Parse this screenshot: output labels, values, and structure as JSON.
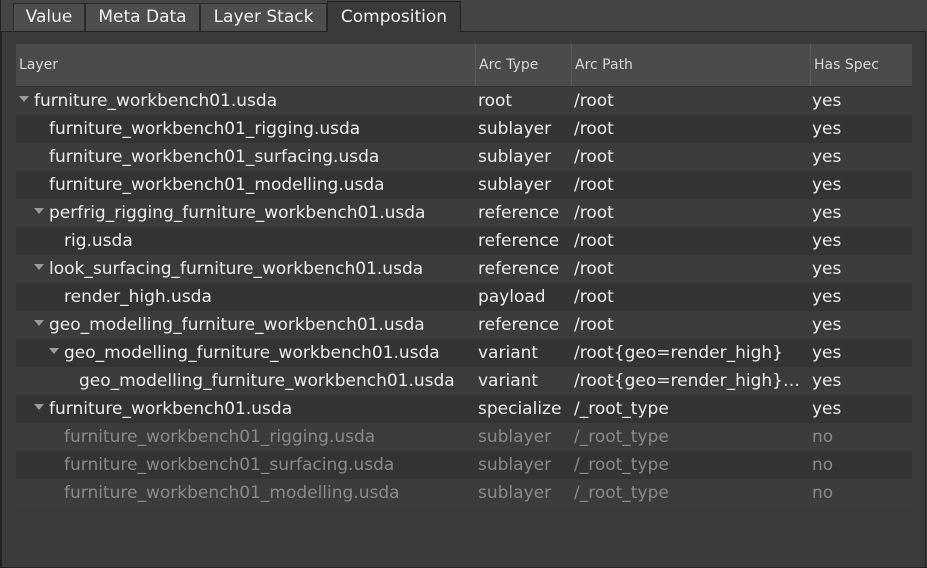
{
  "tabs": [
    "Value",
    "Meta Data",
    "Layer Stack",
    "Composition"
  ],
  "active_tab": "Composition",
  "columns": [
    "Layer",
    "Arc Type",
    "Arc Path",
    "Has Spec"
  ],
  "rows": [
    {
      "layer": "furniture_workbench01.usda",
      "arc": "root",
      "path": "/root",
      "spec": "yes",
      "depth": 0,
      "expandable": true,
      "dim": false
    },
    {
      "layer": "furniture_workbench01_rigging.usda",
      "arc": "sublayer",
      "path": "/root",
      "spec": "yes",
      "depth": 1,
      "expandable": false,
      "dim": false
    },
    {
      "layer": "furniture_workbench01_surfacing.usda",
      "arc": "sublayer",
      "path": "/root",
      "spec": "yes",
      "depth": 1,
      "expandable": false,
      "dim": false
    },
    {
      "layer": "furniture_workbench01_modelling.usda",
      "arc": "sublayer",
      "path": "/root",
      "spec": "yes",
      "depth": 1,
      "expandable": false,
      "dim": false
    },
    {
      "layer": "perfrig_rigging_furniture_workbench01.usda",
      "arc": "reference",
      "path": "/root",
      "spec": "yes",
      "depth": 1,
      "expandable": true,
      "dim": false
    },
    {
      "layer": "rig.usda",
      "arc": "reference",
      "path": "/root",
      "spec": "yes",
      "depth": 2,
      "expandable": false,
      "dim": false
    },
    {
      "layer": "look_surfacing_furniture_workbench01.usda",
      "arc": "reference",
      "path": "/root",
      "spec": "yes",
      "depth": 1,
      "expandable": true,
      "dim": false
    },
    {
      "layer": "render_high.usda",
      "arc": "payload",
      "path": "/root",
      "spec": "yes",
      "depth": 2,
      "expandable": false,
      "dim": false
    },
    {
      "layer": "geo_modelling_furniture_workbench01.usda",
      "arc": "reference",
      "path": "/root",
      "spec": "yes",
      "depth": 1,
      "expandable": true,
      "dim": false
    },
    {
      "layer": "geo_modelling_furniture_workbench01.usda",
      "arc": "variant",
      "path": "/root{geo=render_high}",
      "spec": "yes",
      "depth": 2,
      "expandable": true,
      "dim": false
    },
    {
      "layer": "geo_modelling_furniture_workbench01.usda",
      "arc": "variant",
      "path": "/root{geo=render_high}{…",
      "spec": "yes",
      "depth": 3,
      "expandable": false,
      "dim": false
    },
    {
      "layer": "furniture_workbench01.usda",
      "arc": "specialize",
      "path": "/_root_type",
      "spec": "yes",
      "depth": 1,
      "expandable": true,
      "dim": false
    },
    {
      "layer": "furniture_workbench01_rigging.usda",
      "arc": "sublayer",
      "path": "/_root_type",
      "spec": "no",
      "depth": 2,
      "expandable": false,
      "dim": true
    },
    {
      "layer": "furniture_workbench01_surfacing.usda",
      "arc": "sublayer",
      "path": "/_root_type",
      "spec": "no",
      "depth": 2,
      "expandable": false,
      "dim": true
    },
    {
      "layer": "furniture_workbench01_modelling.usda",
      "arc": "sublayer",
      "path": "/_root_type",
      "spec": "no",
      "depth": 2,
      "expandable": false,
      "dim": true
    }
  ]
}
